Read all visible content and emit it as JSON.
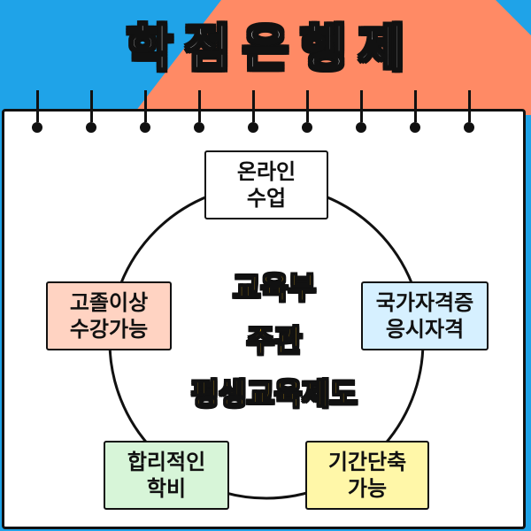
{
  "title": "학점은행제",
  "colors": {
    "background_blue": "#1fa3e8",
    "background_orange": "#ff8a65",
    "center_text": "#ffc21a",
    "box_online": "#ffffff",
    "box_certificate": "#d6f0ff",
    "box_reduced_period": "#fff7a8",
    "box_reasonable_cost": "#d7f5d8",
    "box_high_school": "#ffd3c2"
  },
  "center": {
    "line1": "교육부",
    "line2": "주관",
    "line3": "평생교육제도"
  },
  "boxes": {
    "online": {
      "line1": "온라인",
      "line2": "수업"
    },
    "certificate": {
      "line1": "국가자격증",
      "line2": "응시자격"
    },
    "reduced_period": {
      "line1": "기간단축",
      "line2": "가능"
    },
    "reasonable_cost": {
      "line1": "합리적인",
      "line2": "학비"
    },
    "high_school": {
      "line1": "고졸이상",
      "line2": "수강가능"
    }
  }
}
